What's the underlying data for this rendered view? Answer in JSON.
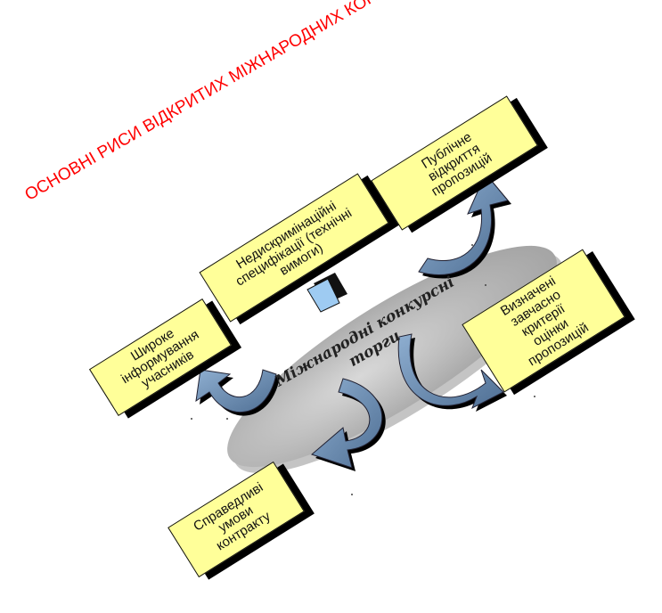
{
  "title": "ОСНОВНІ РИСИ ВІДКРИТИХ МІЖНАРОДНИХ КОНКУРСНИХ ТОРГІВ",
  "center": "Міжнародні конкурсні\nторги",
  "boxes": {
    "public_opening": "Публічне\nвідкриття\nпропозицій",
    "nondiscriminatory": "Недискримінаційні\nспецифікації (технічні\nвимоги)",
    "wide_informing": "Широке\nінформування\nучасників",
    "fair_terms": "Справедливі\nумови\nконтракту",
    "criteria": "Визначені\nзавчасно\nкритерії\nоцінки\nпропозицій"
  },
  "colors": {
    "title": "#ff0000",
    "box_fill": "#ffff99",
    "arrow_fill": "#6f8fb0",
    "ellipse": "#bdbdbd",
    "small_arrow": "#9ecbf2"
  }
}
